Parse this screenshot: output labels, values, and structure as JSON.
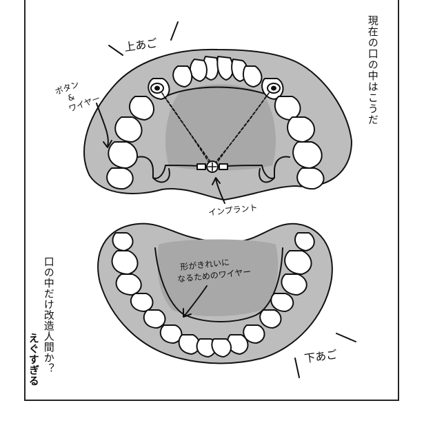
{
  "caption_right": "現在の口の中はこうだ",
  "caption_left_line1": "口の中だけ改造人間か？",
  "caption_left_line2": "えぐすぎる",
  "labels": {
    "upper_jaw": "上あご",
    "lower_jaw": "下あご",
    "buttons_wire_line1": "ボタン",
    "buttons_wire_line2": "&",
    "buttons_wire_line3": "ワイヤー",
    "implant": "インプラント",
    "shaping_wire_line1": "形がきれいに",
    "shaping_wire_line2": "なるためのワイヤー"
  },
  "colors": {
    "gum": "#bdbdbd",
    "tooth": "#ffffff",
    "ink": "#111111"
  }
}
